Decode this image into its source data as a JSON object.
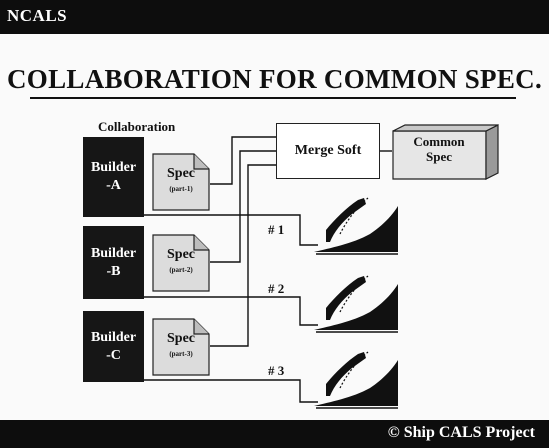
{
  "header": {
    "brand": "NCALS"
  },
  "title": "COLLABORATION FOR COMMON SPEC.",
  "diagram": {
    "collaboration_label": "Collaboration",
    "builders": [
      {
        "line1": "Builder",
        "line2": "-A"
      },
      {
        "line1": "Builder",
        "line2": "-B"
      },
      {
        "line1": "Builder",
        "line2": "-C"
      }
    ],
    "specs": [
      {
        "label": "Spec",
        "sub": "(part-1)"
      },
      {
        "label": "Spec",
        "sub": "(part-2)"
      },
      {
        "label": "Spec",
        "sub": "(part-3)"
      }
    ],
    "merge": "Merge Soft",
    "common": {
      "line1": "Common",
      "line2": "Spec"
    },
    "ships": [
      "# 1",
      "# 2",
      "# 3"
    ]
  },
  "footer": {
    "credit": "© Ship CALS  Project"
  },
  "colors": {
    "bar": "#0d0d0d",
    "builder": "#161616",
    "spec_fill": "#dcdcdc",
    "line": "#111111"
  }
}
